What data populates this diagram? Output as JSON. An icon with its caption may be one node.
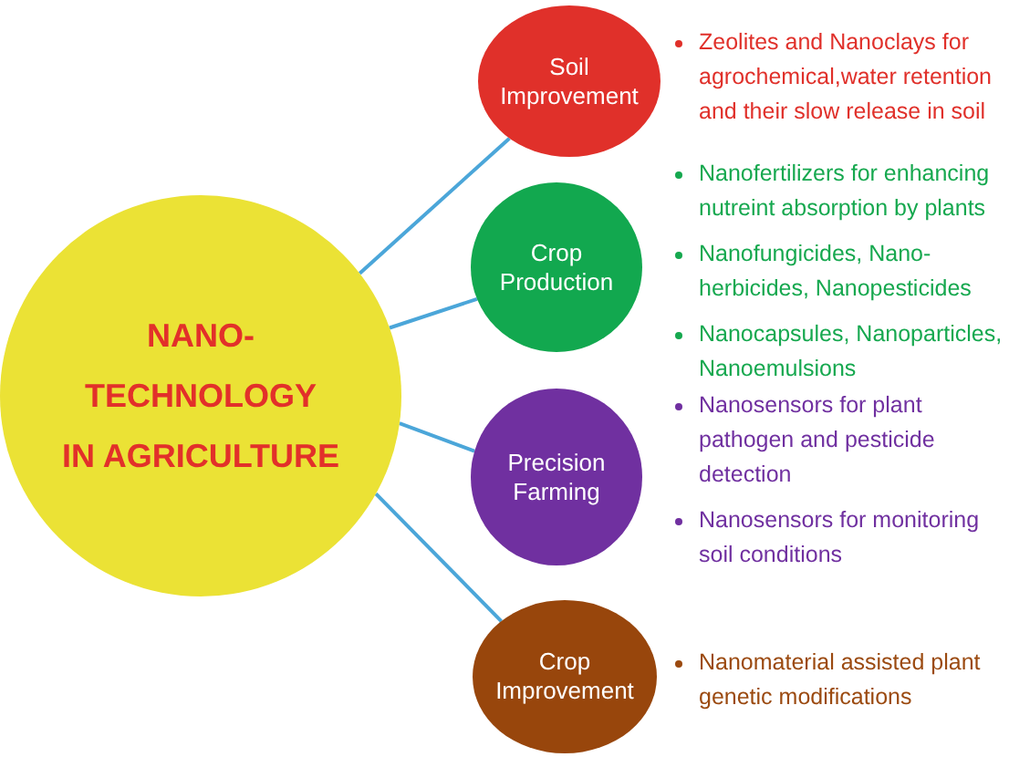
{
  "diagram": {
    "nodes": [
      {
        "text": [
          "NANO-TECHNOLOGY IN AGRICULTURE"
        ]
      },
      {
        "text": [
          "Soil Improvement"
        ],
        "beside": [
          "Zeolites and Nanoclays for agrochemical,water retention and their slow release in soil"
        ]
      },
      {
        "text": [
          "Crop Production"
        ],
        "beside": [
          "Nanofertilizers for enhancing nutreint absorption by plants",
          "Nanofungicides, Nano-herbicides, Nanopesticides",
          "Nanocapsules, Nanoparticles, Nanoemulsions"
        ]
      },
      {
        "text": [
          "Precision Farming"
        ],
        "beside": [
          "Nanosensors for plant pathogen and pesticide detection",
          "Nanosensors for monitoring soil conditions"
        ]
      },
      {
        "text": [
          "Crop Improvement"
        ],
        "beside": [
          "Nanomaterial assisted plant genetic modifications"
        ]
      }
    ],
    "edges": [
      {
        "from": 0,
        "to": 1,
        "arrow": "none"
      },
      {
        "from": 0,
        "to": 2,
        "arrow": "none"
      },
      {
        "from": 0,
        "to": 3,
        "arrow": "none"
      },
      {
        "from": 0,
        "to": 4,
        "arrow": "none"
      }
    ]
  }
}
